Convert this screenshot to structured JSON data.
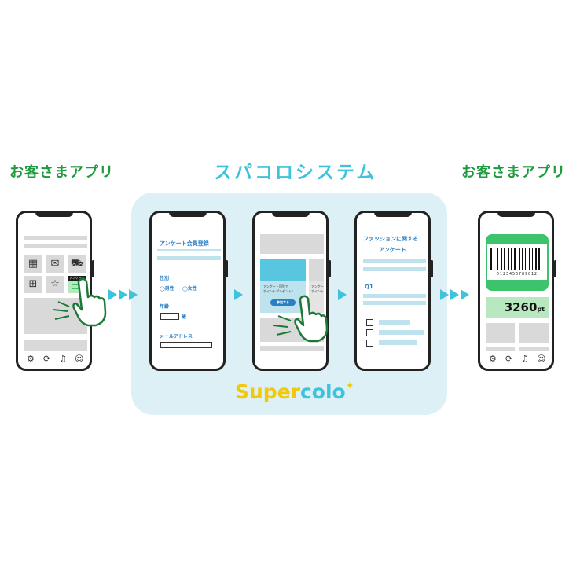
{
  "titles": {
    "left_app": "お客さまアプリ",
    "system": "スパコロシステム",
    "right_app": "お客さまアプリ"
  },
  "logo": {
    "text_super": "Super",
    "text_colo": "colo",
    "color_super": "#f2c90a",
    "color_colo": "#3fc3dd"
  },
  "colors": {
    "green": "#1f9a3e",
    "cyan": "#3fc3dd",
    "panel": "#dcf0f6",
    "blue_text": "#2a7fc4",
    "bright_green": "#3cc36c",
    "pale_green": "#b8e8bf"
  },
  "phone1": {
    "icons": [
      "calendar-icon",
      "mail-icon",
      "cart-icon",
      "gift-icon",
      "star-icon",
      "survey-icon"
    ],
    "badge": "アンケート",
    "nav": [
      "gear-icon",
      "refresh-icon",
      "bell-icon",
      "user-icon"
    ]
  },
  "phone2": {
    "title": "アンケート会員登録",
    "gender_label": "性別",
    "male": "◯男性",
    "female": "◯女性",
    "age_label": "年齢",
    "age_unit": "歳",
    "email_label": "メールアドレス"
  },
  "phone3": {
    "banner_text": "アンケート回答で\nポイントプレゼント！",
    "banner_text_2": "アンケー\nポイント",
    "join_button": "参加する"
  },
  "phone4": {
    "title_line1": "ファッションに関する",
    "title_line2": "アンケート",
    "q_label": "Q1"
  },
  "phone5": {
    "barcode_number": "0123456789012",
    "points": "3260",
    "points_unit": "pt",
    "nav": [
      "gear-icon",
      "refresh-icon",
      "bell-icon",
      "user-icon"
    ]
  }
}
